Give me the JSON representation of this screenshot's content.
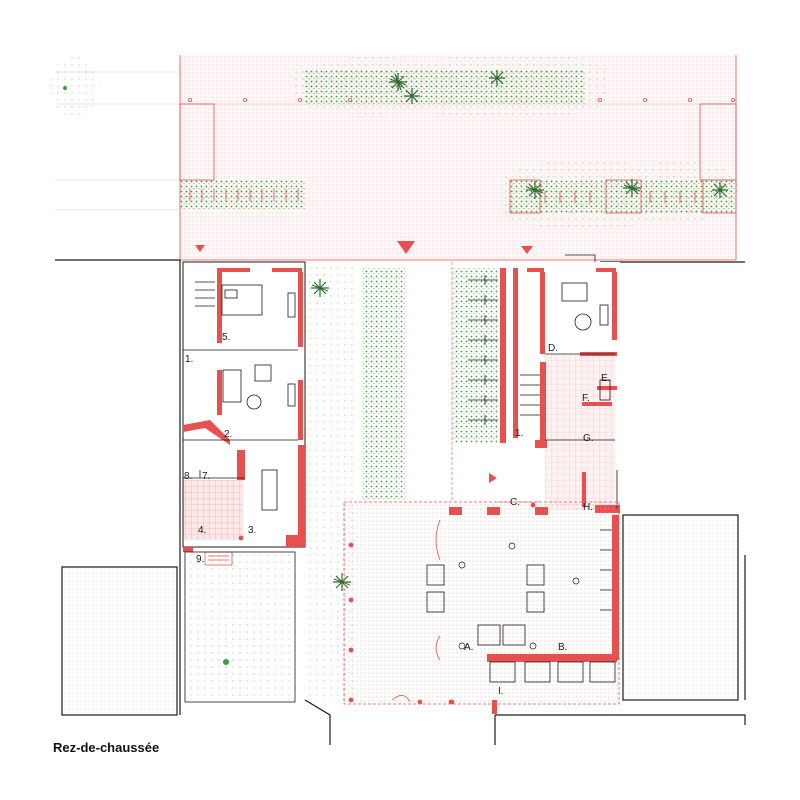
{
  "caption": "Rez-de-chaussée",
  "colors": {
    "wall_red": "#e8504f",
    "outline_red": "#e8504f",
    "wall_black": "#1a1a1a",
    "planting_green": "#3f9c3f",
    "hatch_pink": "#fbe7e6",
    "grid_pink": "#f4a8a6",
    "gray_line": "#bfbfbf"
  },
  "icons": [
    "entrance-triangle-icon",
    "tree-icon",
    "bicycle-icon",
    "bed-icon",
    "sofa-icon",
    "table-icon",
    "column-dot-icon"
  ],
  "room_labels": [
    {
      "id": "lbl-5",
      "text": "5."
    },
    {
      "id": "lbl-1a",
      "text": "1."
    },
    {
      "id": "lbl-2",
      "text": "2."
    },
    {
      "id": "lbl-8",
      "text": "8."
    },
    {
      "id": "lbl-7",
      "text": "7."
    },
    {
      "id": "lbl-4",
      "text": "4."
    },
    {
      "id": "lbl-3",
      "text": "3."
    },
    {
      "id": "lbl-9",
      "text": "9."
    },
    {
      "id": "lbl-1b",
      "text": "1."
    },
    {
      "id": "lbl-D",
      "text": "D."
    },
    {
      "id": "lbl-E",
      "text": "E."
    },
    {
      "id": "lbl-F",
      "text": "F."
    },
    {
      "id": "lbl-G",
      "text": "G."
    },
    {
      "id": "lbl-H",
      "text": "H."
    },
    {
      "id": "lbl-C",
      "text": "C."
    },
    {
      "id": "lbl-A",
      "text": "A."
    },
    {
      "id": "lbl-B",
      "text": "B."
    },
    {
      "id": "lbl-I",
      "text": "I."
    }
  ]
}
